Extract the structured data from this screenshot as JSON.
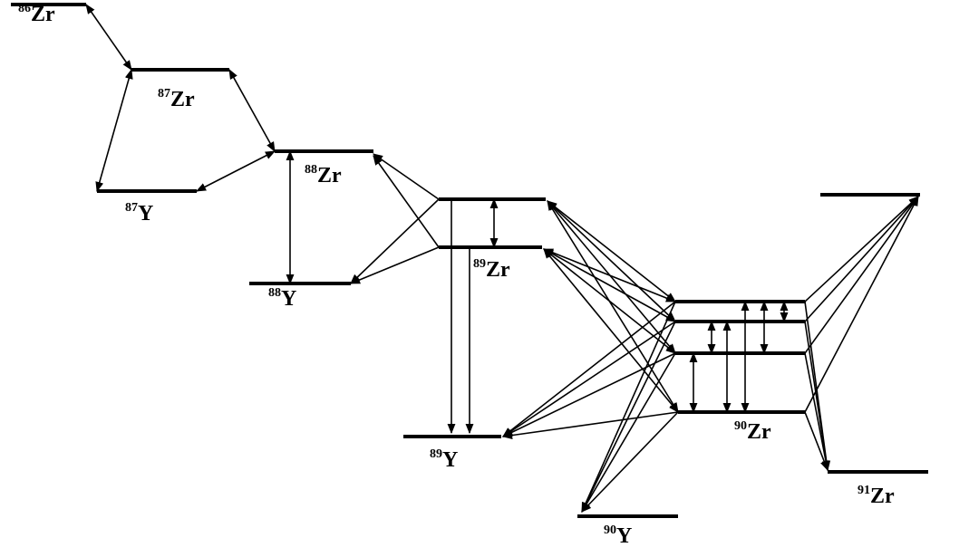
{
  "diagram": {
    "levels": [
      {
        "id": "zr86",
        "mass": "86",
        "element": "Zr"
      },
      {
        "id": "zr87",
        "mass": "87",
        "element": "Zr"
      },
      {
        "id": "y87",
        "mass": "87",
        "element": "Y"
      },
      {
        "id": "zr88",
        "mass": "88",
        "element": "Zr"
      },
      {
        "id": "y88",
        "mass": "88",
        "element": "Y"
      },
      {
        "id": "zr89",
        "mass": "89",
        "element": "Zr"
      },
      {
        "id": "y89",
        "mass": "89",
        "element": "Y"
      },
      {
        "id": "zr90",
        "mass": "90",
        "element": "Zr"
      },
      {
        "id": "y90",
        "mass": "90",
        "element": "Y"
      },
      {
        "id": "zr91",
        "mass": "91",
        "element": "Zr"
      }
    ],
    "line_color": "#000000"
  }
}
